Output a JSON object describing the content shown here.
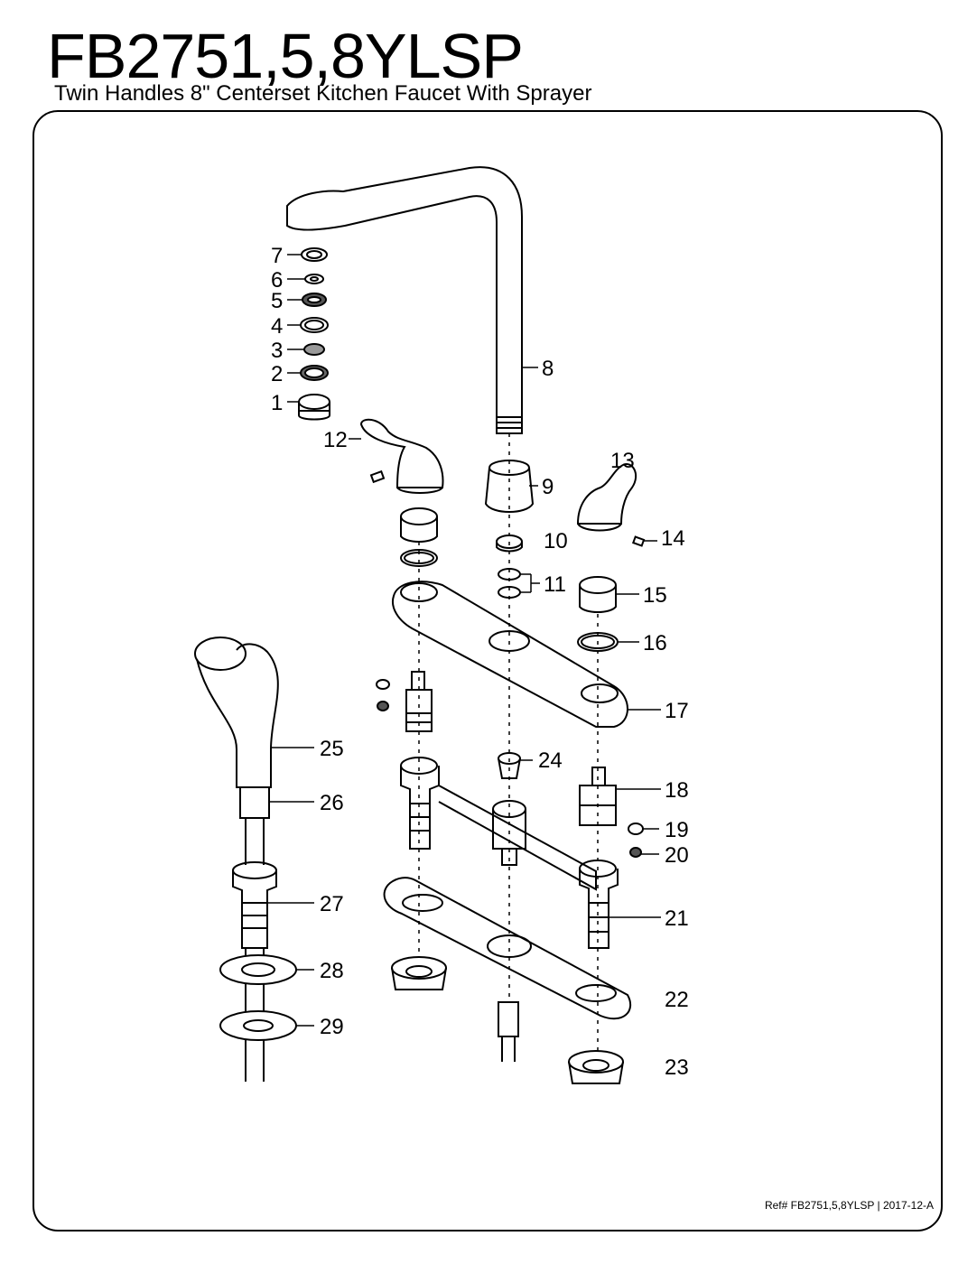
{
  "header": {
    "model": "FB2751,5,8YLSP",
    "description": "Twin Handles 8\" Centerset Kitchen Faucet With Sprayer"
  },
  "footer": {
    "reference": "Ref# FB2751,5,8YLSP | 2017-12-A"
  },
  "parts": [
    {
      "number": "1"
    },
    {
      "number": "2"
    },
    {
      "number": "3"
    },
    {
      "number": "4"
    },
    {
      "number": "5"
    },
    {
      "number": "6"
    },
    {
      "number": "7"
    },
    {
      "number": "8"
    },
    {
      "number": "9"
    },
    {
      "number": "10"
    },
    {
      "number": "11"
    },
    {
      "number": "12"
    },
    {
      "number": "13"
    },
    {
      "number": "14"
    },
    {
      "number": "15"
    },
    {
      "number": "16"
    },
    {
      "number": "17"
    },
    {
      "number": "18"
    },
    {
      "number": "19"
    },
    {
      "number": "20"
    },
    {
      "number": "21"
    },
    {
      "number": "22"
    },
    {
      "number": "23"
    },
    {
      "number": "24"
    },
    {
      "number": "25"
    },
    {
      "number": "26"
    },
    {
      "number": "27"
    },
    {
      "number": "28"
    },
    {
      "number": "29"
    }
  ]
}
